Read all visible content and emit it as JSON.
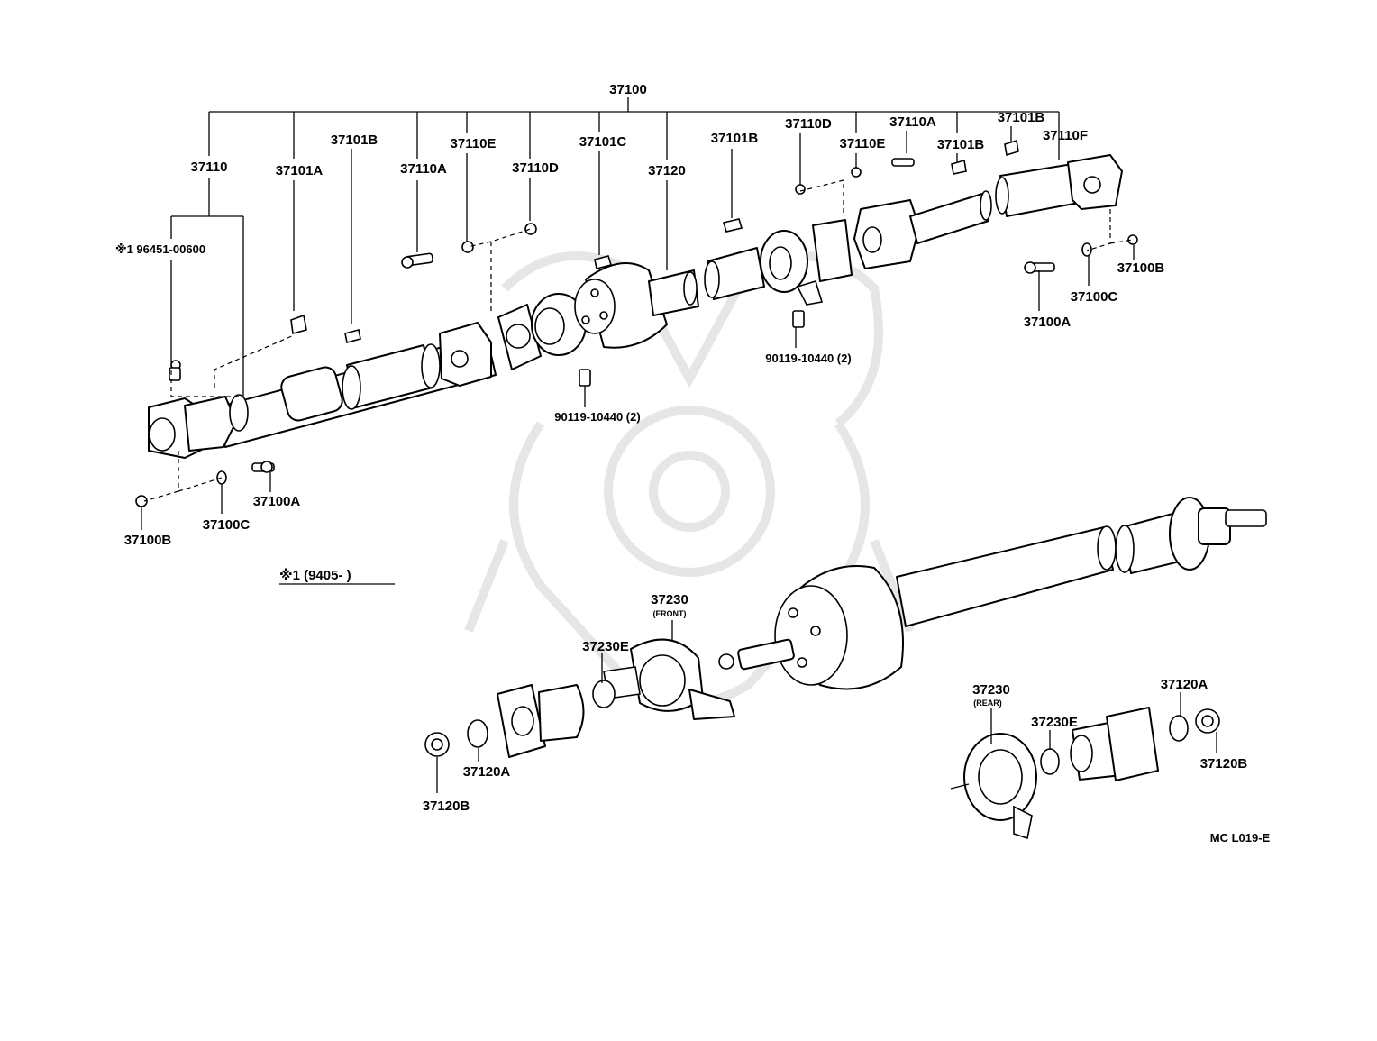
{
  "diagram": {
    "top_code": "37100",
    "labels": {
      "l37110": "37110",
      "l37101A": "37101A",
      "l37101B_1": "37101B",
      "l37110A_1": "37110A",
      "l37110E_1": "37110E",
      "l37110D_1": "37110D",
      "l37101C": "37101C",
      "l37120": "37120",
      "l37101B_2": "37101B",
      "l37110D_2": "37110D",
      "l37110E_2": "37110E",
      "l37110A_2": "37110A",
      "l37101B_3": "37101B",
      "l37101B_4": "37101B",
      "l37110F": "37110F",
      "l96451": "※1 96451-00600",
      "l37100B_1": "37100B",
      "l37100C_1": "37100C",
      "l37100A_1": "37100A",
      "l90119_1": "90119-10440 (2)",
      "l90119_2": "90119-10440 (2)",
      "l37100A_2": "37100A",
      "l37100C_2": "37100C",
      "l37100B_2": "37100B",
      "note": "※1 (9405-        )",
      "l37230F": "37230",
      "l37230F_sub": "(FRONT)",
      "l37230E_1": "37230E",
      "l37120A_1": "37120A",
      "l37120B_1": "37120B",
      "l37230R": "37230",
      "l37230R_sub": "(REAR)",
      "l37230E_2": "37230E",
      "l37120A_2": "37120A",
      "l37120B_2": "37120B",
      "figure_code": "MC L019-E"
    }
  }
}
